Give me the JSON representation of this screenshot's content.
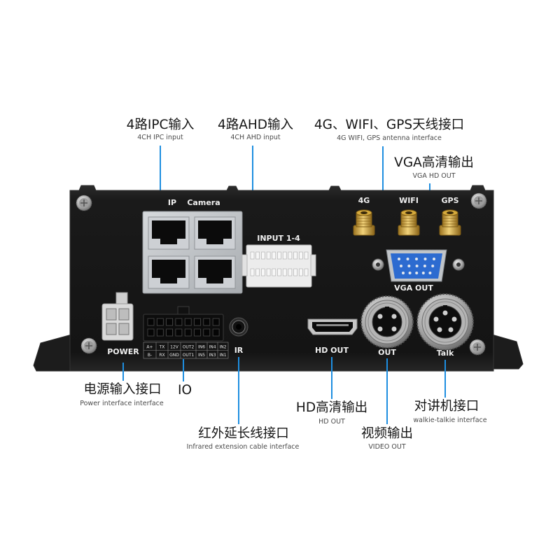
{
  "callouts": {
    "ipc": {
      "title": "4路IPC输入",
      "subtitle": "4CH  IPC input"
    },
    "ahd": {
      "title": "4路AHD输入",
      "subtitle": "4CH  AHD input"
    },
    "antenna": {
      "title": "4G、WIFI、GPS天线接口",
      "subtitle": "4G WIFI, GPS antenna interface"
    },
    "vga": {
      "title": "VGA高清输出",
      "subtitle": "VGA HD OUT"
    },
    "power": {
      "title": "电源输入接口",
      "subtitle": "Power interface  interface"
    },
    "io": {
      "title": "IO"
    },
    "ir": {
      "title": "红外延长线接口",
      "subtitle": "Infrared extension cable interface"
    },
    "hd": {
      "title": "HD高清输出",
      "subtitle": "HD OUT"
    },
    "video": {
      "title": "视频输出",
      "subtitle": "VIDEO OUT"
    },
    "talk": {
      "title": "对讲机接口",
      "subtitle": "walkie-talkie interface"
    }
  },
  "panel": {
    "ip": "IP",
    "camera": "Camera",
    "input": "INPUT 1-4",
    "antennas": [
      "4G",
      "WIFI",
      "GPS"
    ],
    "vga_out": "VGA OUT",
    "power": "POWER",
    "io_top": [
      "A+",
      "TX",
      "12V",
      "OUT2",
      "IN6",
      "IN4",
      "IN2"
    ],
    "io_bottom": [
      "B-",
      "RX",
      "GND",
      "OUT1",
      "IN5",
      "IN3",
      "IN1"
    ],
    "ir": "IR",
    "hd_out": "HD OUT",
    "out": "OUT",
    "talk": "Talk"
  },
  "colors": {
    "callout_line": "#1e8ee0",
    "vga_blue": "#2d6bd0",
    "antenna_gold": "#d4a93c",
    "body": "#161616"
  }
}
